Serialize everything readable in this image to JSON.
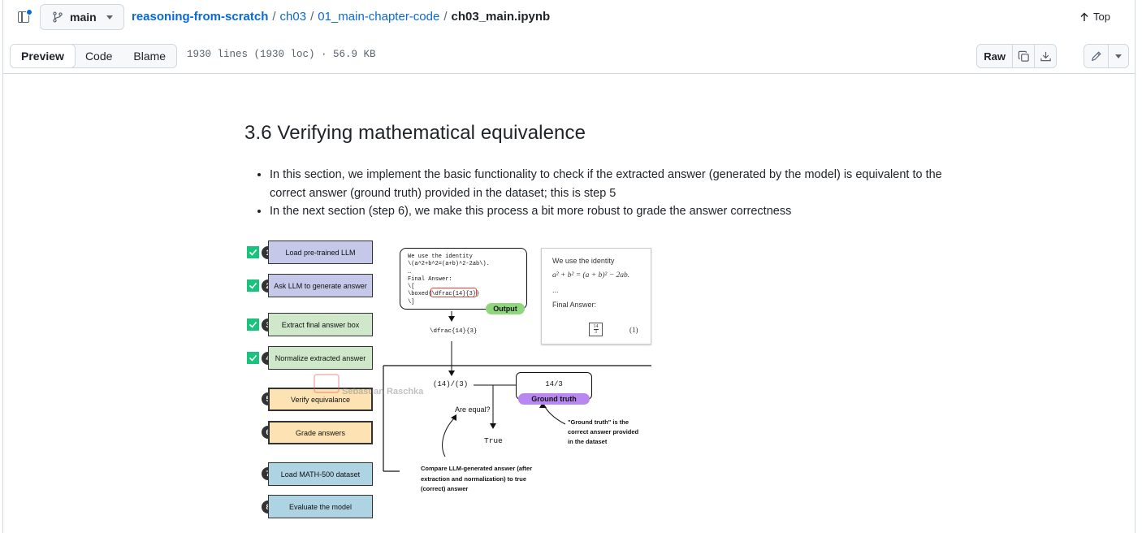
{
  "branch": {
    "name": "main"
  },
  "breadcrumb": {
    "repo": "reasoning-from-scratch",
    "sep": "/",
    "folder1": "ch03",
    "folder2": "01_main-chapter-code",
    "file": "ch03_main.ipynb"
  },
  "top_link": "Top",
  "view_tabs": [
    "Preview",
    "Code",
    "Blame"
  ],
  "file_info": "1930 lines (1930 loc) · 56.9 KB",
  "raw_label": "Raw",
  "section": {
    "title": "3.6 Verifying mathematical equivalence",
    "bullets": [
      "In this section, we implement the basic functionality to check if the extracted answer (generated by the model) is equivalent to the correct answer (ground truth) provided in the dataset; this is step 5",
      "In the next section (step 6), we make this process a bit more robust to grade the answer correctness"
    ]
  },
  "figure": {
    "steps": [
      {
        "n": "1",
        "label": "Load pre-trained LLM",
        "color": "#c5c8e8"
      },
      {
        "n": "2",
        "label": "Ask LLM to generate answer",
        "color": "#c5c8e8"
      },
      {
        "n": "3",
        "label": "Extract final answer box",
        "color": "#cfe8c9"
      },
      {
        "n": "4",
        "label": "Normalize extracted answer",
        "color": "#cfe8c9"
      },
      {
        "n": "5",
        "label": "Verify equivalance",
        "color": "#fde3b3"
      },
      {
        "n": "6",
        "label": "Grade answers",
        "color": "#fde3b3"
      },
      {
        "n": "7",
        "label": "Load MATH-500 dataset",
        "color": "#aed3e3"
      },
      {
        "n": "8",
        "label": "Evaluate the model",
        "color": "#aed3e3"
      }
    ],
    "output_lines": [
      "We use the identity",
      "\\(a^2+b^2=(a+b)^2-2ab\\).",
      "…",
      "Final Answer:",
      "\\[",
      "\\boxed{\\dfrac{14}{3}}",
      "\\]"
    ],
    "output_label": "Output",
    "rendered": {
      "line1": "We use the identity",
      "eq": "a² + b² = (a + b)² − 2ab.",
      "dots": "...",
      "final": "Final Answer:",
      "frac_num": "14",
      "frac_den": "3",
      "eqnum": "(1)"
    },
    "extracted": "\\dfrac{14}{3}",
    "normalized": "(14)/(3)",
    "ground_truth_value": "14/3",
    "ground_truth_label": "Ground truth",
    "question": "Are equal?",
    "result": "True",
    "note_gt": "\"Ground truth\" is the correct answer provided in the dataset",
    "note_compare": "Compare LLM-generated answer (after extraction and normalization) to true (correct) answer",
    "watermark": "Sebastian Raschka"
  }
}
